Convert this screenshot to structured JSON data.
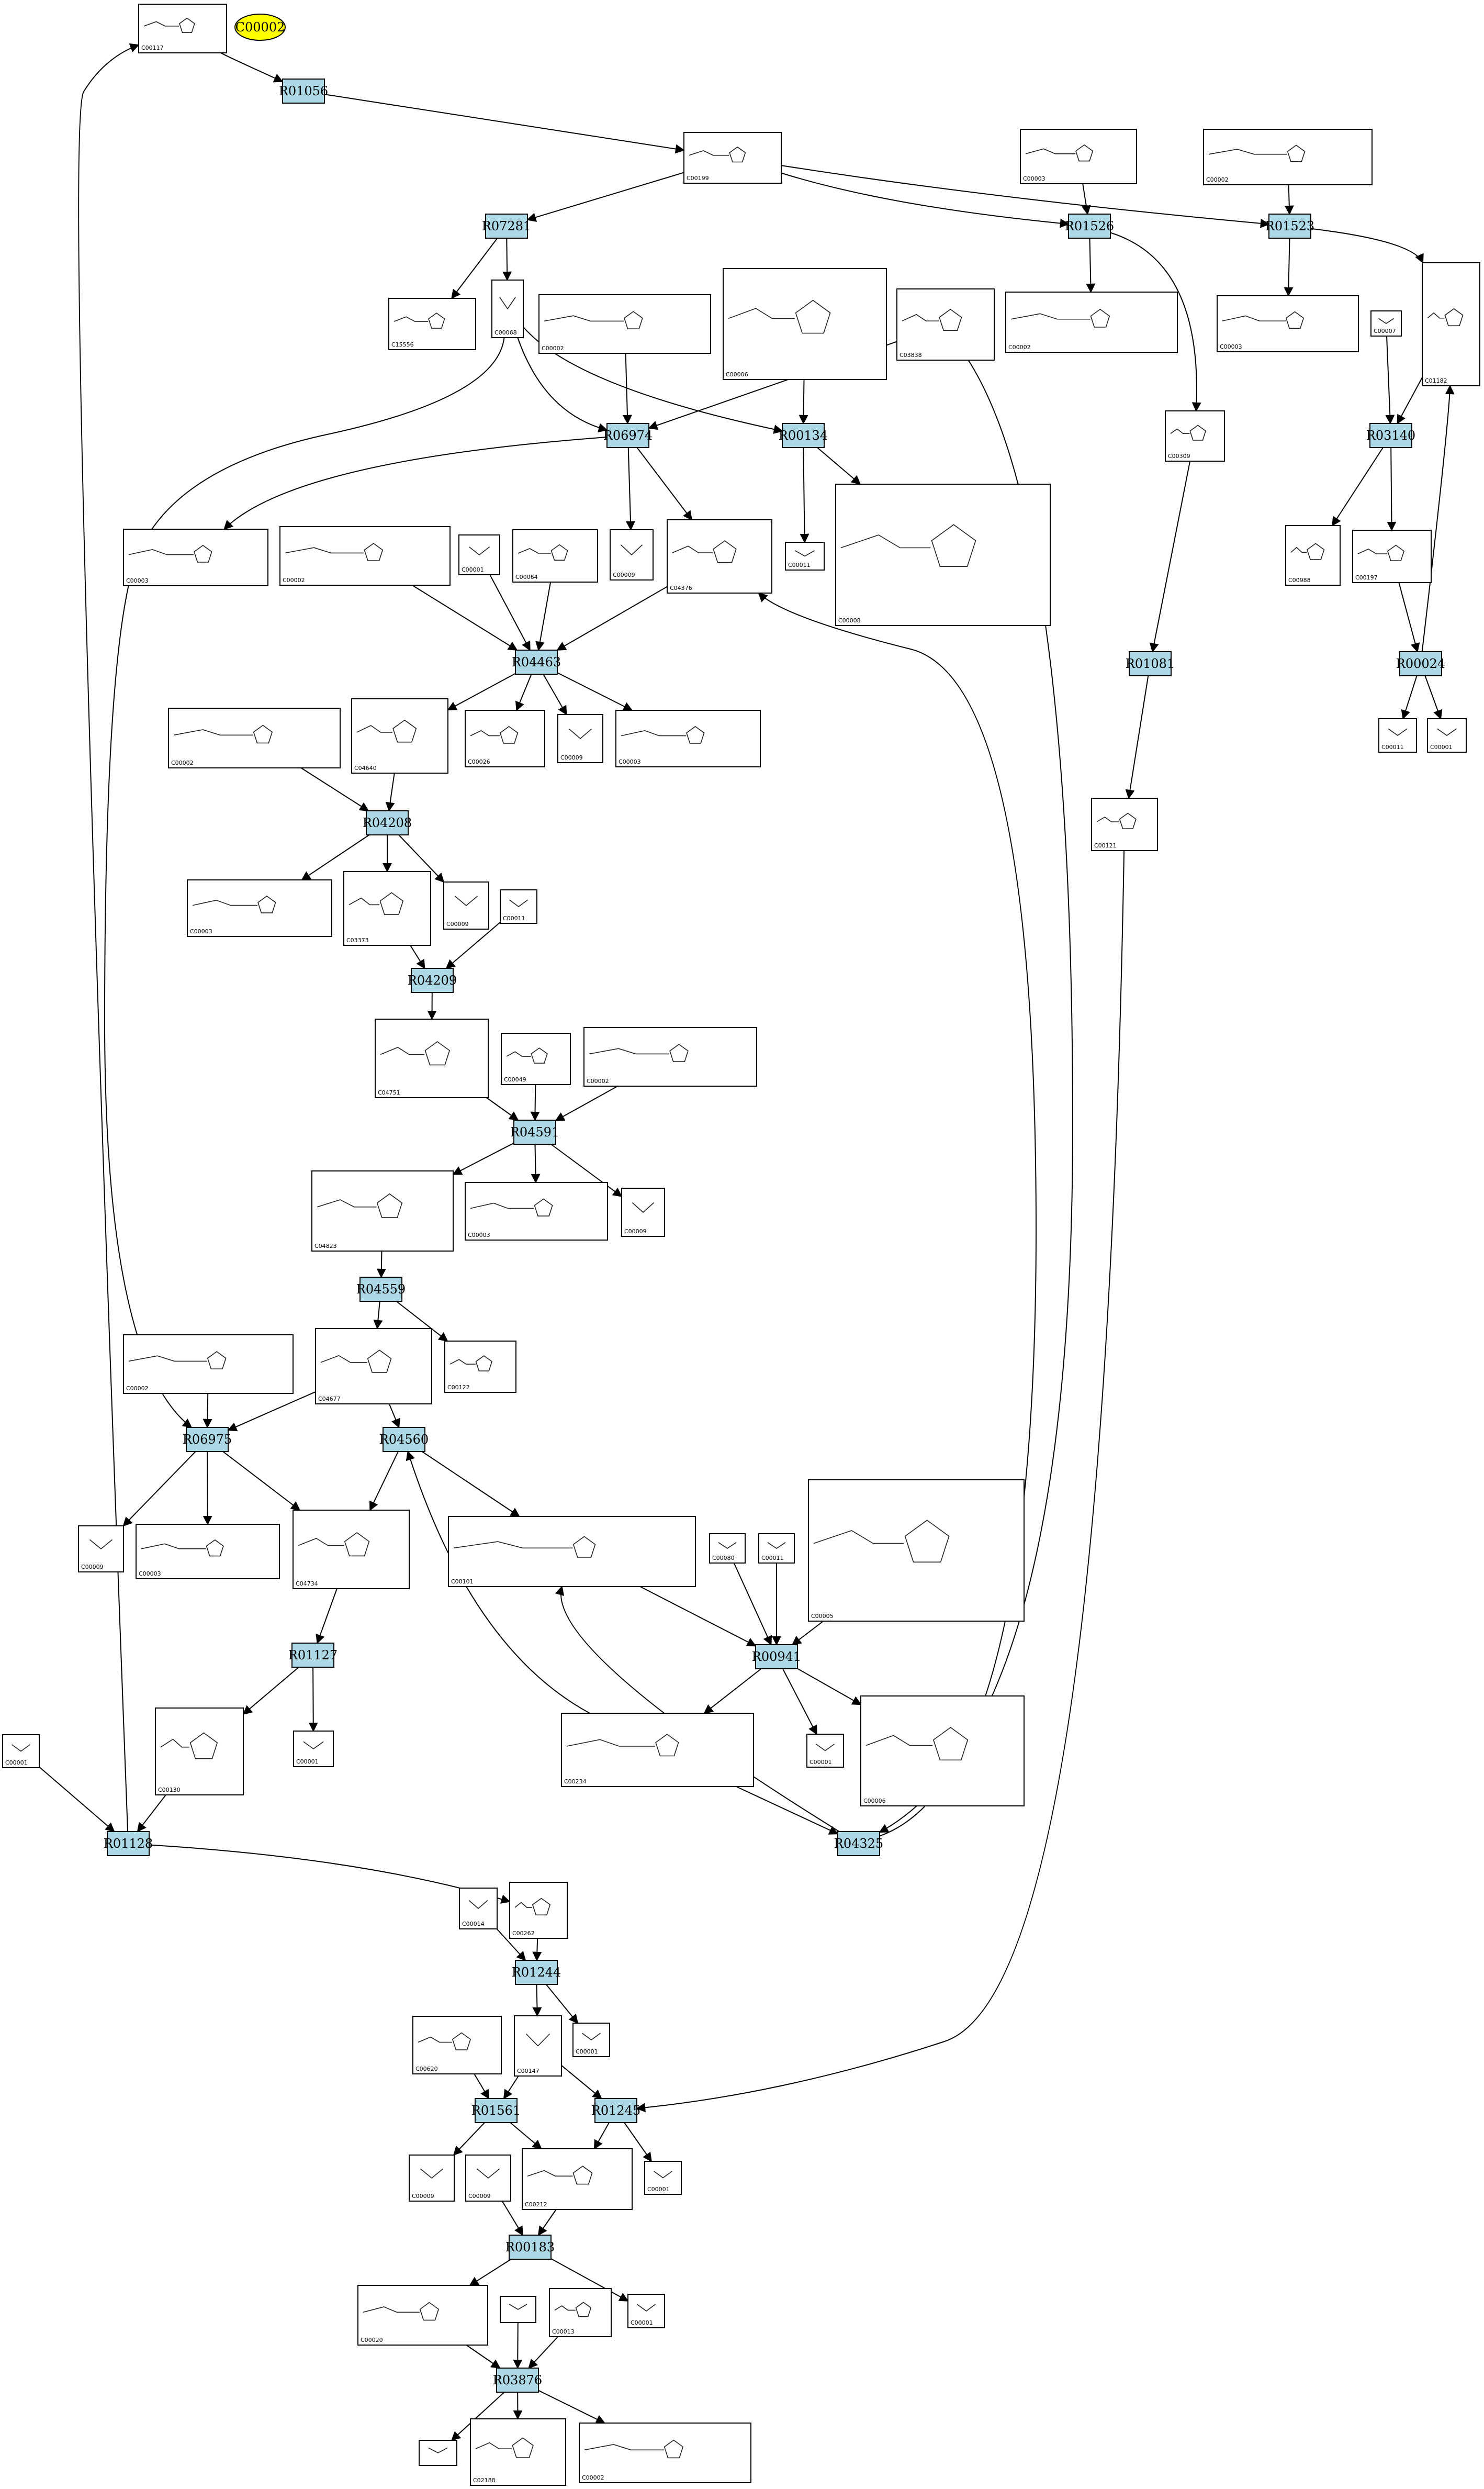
{
  "start_node": {
    "label": "C00002"
  },
  "reactions": [
    {
      "id": "R01056"
    },
    {
      "id": "R07281"
    },
    {
      "id": "R01526"
    },
    {
      "id": "R01523"
    },
    {
      "id": "R06974"
    },
    {
      "id": "R00134"
    },
    {
      "id": "R03140"
    },
    {
      "id": "R04463"
    },
    {
      "id": "R01081"
    },
    {
      "id": "R00024"
    },
    {
      "id": "R04208"
    },
    {
      "id": "R04209"
    },
    {
      "id": "R04591"
    },
    {
      "id": "R04559"
    },
    {
      "id": "R06975"
    },
    {
      "id": "R04560"
    },
    {
      "id": "R01127"
    },
    {
      "id": "R00941"
    },
    {
      "id": "R01128"
    },
    {
      "id": "R04325"
    },
    {
      "id": "R01244"
    },
    {
      "id": "R01561"
    },
    {
      "id": "R01245"
    },
    {
      "id": "R00183"
    },
    {
      "id": "R03876"
    }
  ],
  "compounds": [
    {
      "id": "c1",
      "label": "C00117"
    },
    {
      "id": "c2",
      "label": "C00199"
    },
    {
      "id": "c3",
      "label": "C00003"
    },
    {
      "id": "c4",
      "label": "C00002"
    },
    {
      "id": "c5",
      "label": "C15556"
    },
    {
      "id": "c6",
      "label": "C00068"
    },
    {
      "id": "c7",
      "label": "C00002"
    },
    {
      "id": "c8",
      "label": "C00006"
    },
    {
      "id": "c9",
      "label": "C03838"
    },
    {
      "id": "c10",
      "label": "C00002"
    },
    {
      "id": "c11",
      "label": "C00003"
    },
    {
      "id": "c12",
      "label": "C00007"
    },
    {
      "id": "c13",
      "label": "C01182"
    },
    {
      "id": "c14",
      "label": "C00309"
    },
    {
      "id": "c15",
      "label": "C00003"
    },
    {
      "id": "c16",
      "label": "C00002"
    },
    {
      "id": "c17",
      "label": "C00001"
    },
    {
      "id": "c18",
      "label": "C00064"
    },
    {
      "id": "c19",
      "label": "C00009"
    },
    {
      "id": "c20",
      "label": "C04376"
    },
    {
      "id": "c21",
      "label": "C00011"
    },
    {
      "id": "c22",
      "label": "C00008"
    },
    {
      "id": "c23",
      "label": "C00988"
    },
    {
      "id": "c24",
      "label": "C00197"
    },
    {
      "id": "c25",
      "label": "C00002"
    },
    {
      "id": "c26",
      "label": "C04640"
    },
    {
      "id": "c27",
      "label": "C00026"
    },
    {
      "id": "c28",
      "label": "C00009"
    },
    {
      "id": "c29",
      "label": "C00003"
    },
    {
      "id": "c30",
      "label": "C00011"
    },
    {
      "id": "c31",
      "label": "C00001"
    },
    {
      "id": "c32",
      "label": "C00121"
    },
    {
      "id": "c33",
      "label": "C00003"
    },
    {
      "id": "c34",
      "label": "C03373"
    },
    {
      "id": "c35",
      "label": "C00009"
    },
    {
      "id": "c36",
      "label": "C00011"
    },
    {
      "id": "c37",
      "label": "C04751"
    },
    {
      "id": "c38",
      "label": "C00049"
    },
    {
      "id": "c39",
      "label": "C00002"
    },
    {
      "id": "c40",
      "label": "C04823"
    },
    {
      "id": "c41",
      "label": "C00003"
    },
    {
      "id": "c42",
      "label": "C00009"
    },
    {
      "id": "c43",
      "label": "C00002"
    },
    {
      "id": "c44",
      "label": "C04677"
    },
    {
      "id": "c45",
      "label": "C00122"
    },
    {
      "id": "c46",
      "label": "C00009"
    },
    {
      "id": "c47",
      "label": "C00003"
    },
    {
      "id": "c48",
      "label": "C04734"
    },
    {
      "id": "c49",
      "label": "C00101"
    },
    {
      "id": "c50",
      "label": "C00080"
    },
    {
      "id": "c51",
      "label": "C00011"
    },
    {
      "id": "c52",
      "label": "C00005"
    },
    {
      "id": "c53",
      "label": "C00001"
    },
    {
      "id": "c54",
      "label": "C00130"
    },
    {
      "id": "c55",
      "label": "C00001"
    },
    {
      "id": "c56",
      "label": "C00234"
    },
    {
      "id": "c57",
      "label": "C00001"
    },
    {
      "id": "c58",
      "label": "C00006"
    },
    {
      "id": "c59",
      "label": "C00014"
    },
    {
      "id": "c60",
      "label": "C00262"
    },
    {
      "id": "c61",
      "label": "C00620"
    },
    {
      "id": "c62",
      "label": "C00147"
    },
    {
      "id": "c63",
      "label": "C00001"
    },
    {
      "id": "c64",
      "label": "C00009"
    },
    {
      "id": "c65",
      "label": "C00009"
    },
    {
      "id": "c66",
      "label": "C00212"
    },
    {
      "id": "c67",
      "label": "C00001"
    },
    {
      "id": "c68",
      "label": "C00020"
    },
    {
      "id": "c69",
      "label": ""
    },
    {
      "id": "c70",
      "label": "C00013"
    },
    {
      "id": "c71",
      "label": "C00001"
    },
    {
      "id": "c72",
      "label": ""
    },
    {
      "id": "c73",
      "label": "C02188"
    },
    {
      "id": "c74",
      "label": "C00002"
    }
  ]
}
